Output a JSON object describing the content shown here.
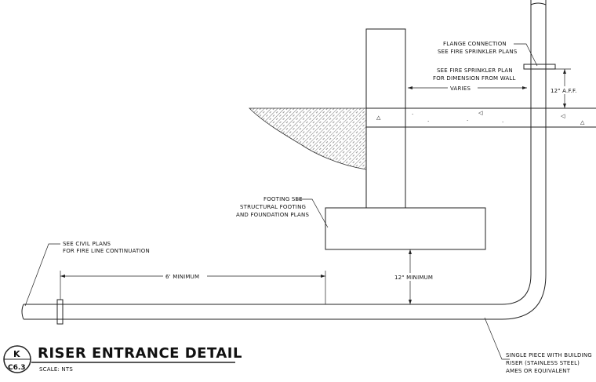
{
  "notes": {
    "flange_1": "FLANGE CONNECTION",
    "flange_2": "SEE FIRE SPRINKLER PLANS",
    "sprinkler_1": "SEE FIRE SPRINKLER PLAN",
    "sprinkler_2": "FOR DIMENSION FROM WALL",
    "varies": "VARIES",
    "aff": "12\" A.F.F.",
    "footing_1": "FOOTING SEE",
    "footing_2": "STRUCTURAL FOOTING",
    "footing_3": "AND FOUNDATION PLANS",
    "civil_1": "SEE CIVIL PLANS",
    "civil_2": "FOR FIRE LINE CONTINUATION",
    "six_min": "6' MINIMUM",
    "twelve_min": "12\" MINIMUM",
    "single_1": "SINGLE PIECE WITH BUILDING",
    "single_2": "RISER (STAINLESS STEEL)",
    "single_3": "AMES OR EQUIVALENT"
  },
  "title_block": {
    "title": "RISER ENTRANCE DETAIL",
    "scale": "SCALE: NTS",
    "badge_top": "K",
    "badge_bottom": "C6.3"
  }
}
